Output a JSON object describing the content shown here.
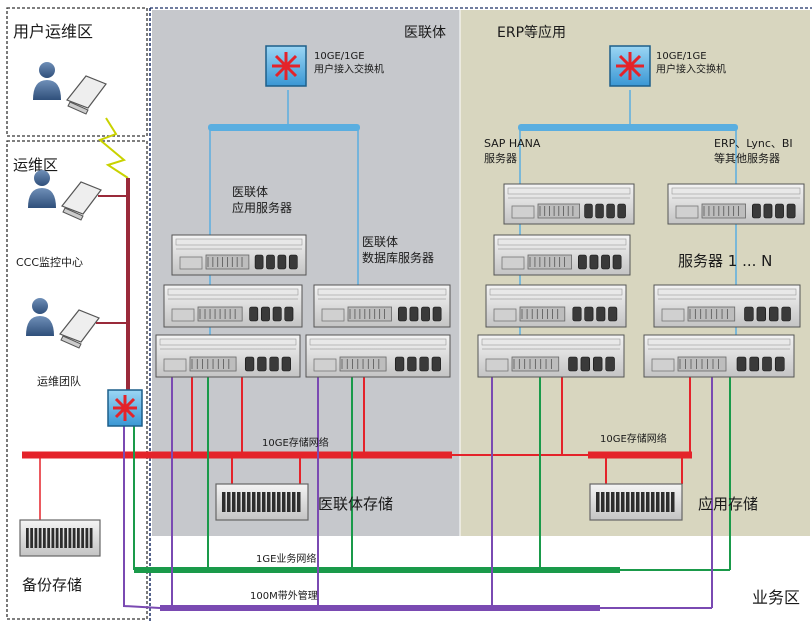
{
  "zones": {
    "user_ops": "用户运维区",
    "ops": "运维区",
    "hospital": "医联体",
    "erp": "ERP等应用",
    "business": "业务区"
  },
  "switches": {
    "hospital_core": "10GE/1GE\n用户接入交换机",
    "erp_core": "10GE/1GE\n用户接入交换机"
  },
  "servers": {
    "hospital_app": "医联体\n应用服务器",
    "hospital_db": "医联体\n数据库服务器",
    "sap": "SAP HANA\n服务器",
    "erp_other": "ERP、Lync、BI\n等其他服务器",
    "generic": "服务器 1 ... N"
  },
  "ops_people": {
    "ccc": "CCC监控中心",
    "team": "运维团队"
  },
  "networks": {
    "fc_left": "10GE存储网络",
    "fc_right": "10GE存储网络",
    "ge": "1GE业务网络",
    "mgmt": "100M带外管理"
  },
  "storage": {
    "hospital": "医联体存储",
    "app": "应用存储",
    "backup": "备份存储"
  },
  "colors": {
    "hospital_bg": "#c6c8cc",
    "erp_bg": "#d8d6bf",
    "fc": "#e4232a",
    "ge": "#1a9a4a",
    "mgmt": "#7a4ab2",
    "blue_link": "#5aaee0",
    "ops_vline": "#9a2a3a"
  }
}
